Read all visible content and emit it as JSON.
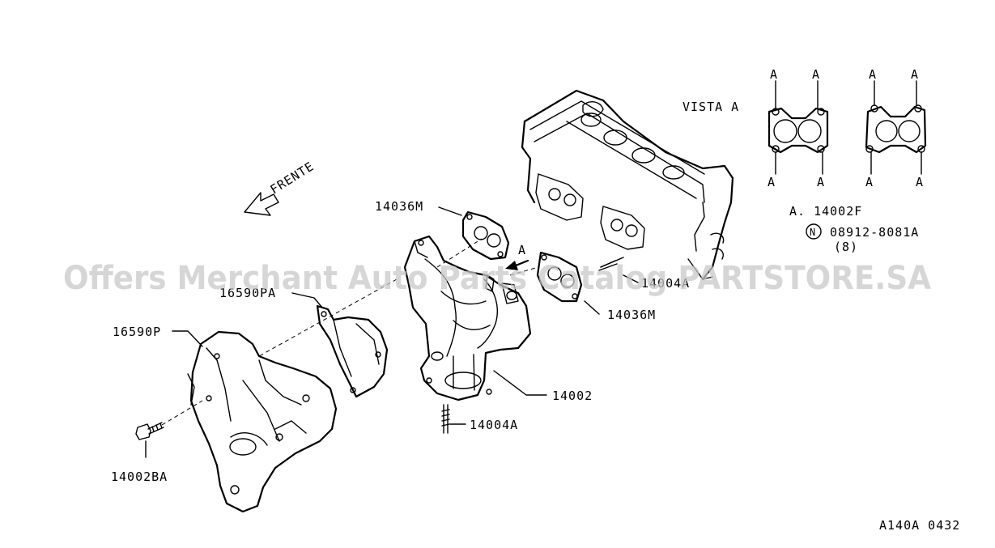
{
  "labels": {
    "frente": "FRENTE",
    "vista": "VISTA A",
    "a_marker": "A",
    "part_14036m_top": "14036M",
    "part_14036m_right": "14036M",
    "part_16590pa": "16590PA",
    "part_16590p": "16590P",
    "part_14004a_right": "14004A",
    "part_14002": "14002",
    "part_14004a_bottom": "14004A",
    "part_14002ba": "14002BA",
    "note_14002f": "A. 14002F",
    "bolt_symbol": "N",
    "bolt_number": "08912-8081A",
    "bolt_qty": "(8)",
    "diagram_code": "A140A  0432"
  },
  "vista_marks": {
    "a": "A"
  },
  "watermark": "Offers Merchant Auto Parts Catalog PARTSTORE.SA"
}
